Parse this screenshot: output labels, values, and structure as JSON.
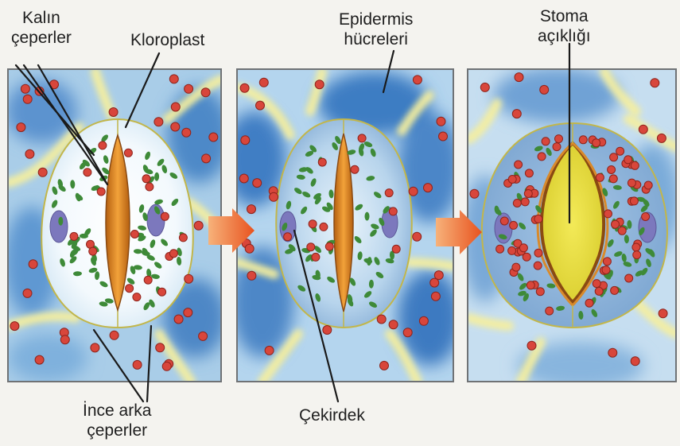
{
  "labels": {
    "thick_walls": {
      "line1": "Kalın",
      "line2": "çeperler"
    },
    "chloroplast": "Kloroplast",
    "epidermis": {
      "line1": "Epidermis",
      "line2": "hücreleri"
    },
    "stoma": {
      "line1": "Stoma",
      "line2": "açıklığı"
    },
    "thin_back_walls": {
      "line1": "İnce arka",
      "line2": "çeperler"
    },
    "nucleus": "Çekirdek"
  },
  "colors": {
    "background": "#f4f3ef",
    "panel_blue": "#a9cde8",
    "panel_deep_blue": "#3f7fc4",
    "vein_yellow": "#f5ee9c",
    "guard_cell_fill": "#eef6fb",
    "guard_cell_filled": "#8fb5da",
    "cell_outline": "#c2b64a",
    "pore_orange": "#e38b1e",
    "pore_yellow": "#e4d93a",
    "pore_rim": "#8a4a12",
    "chloroplast_green": "#3e8a38",
    "ion_red": "#d8463b",
    "nucleus_purple": "#7c78bd",
    "arrow_orange": "#ee6a2c"
  }
}
